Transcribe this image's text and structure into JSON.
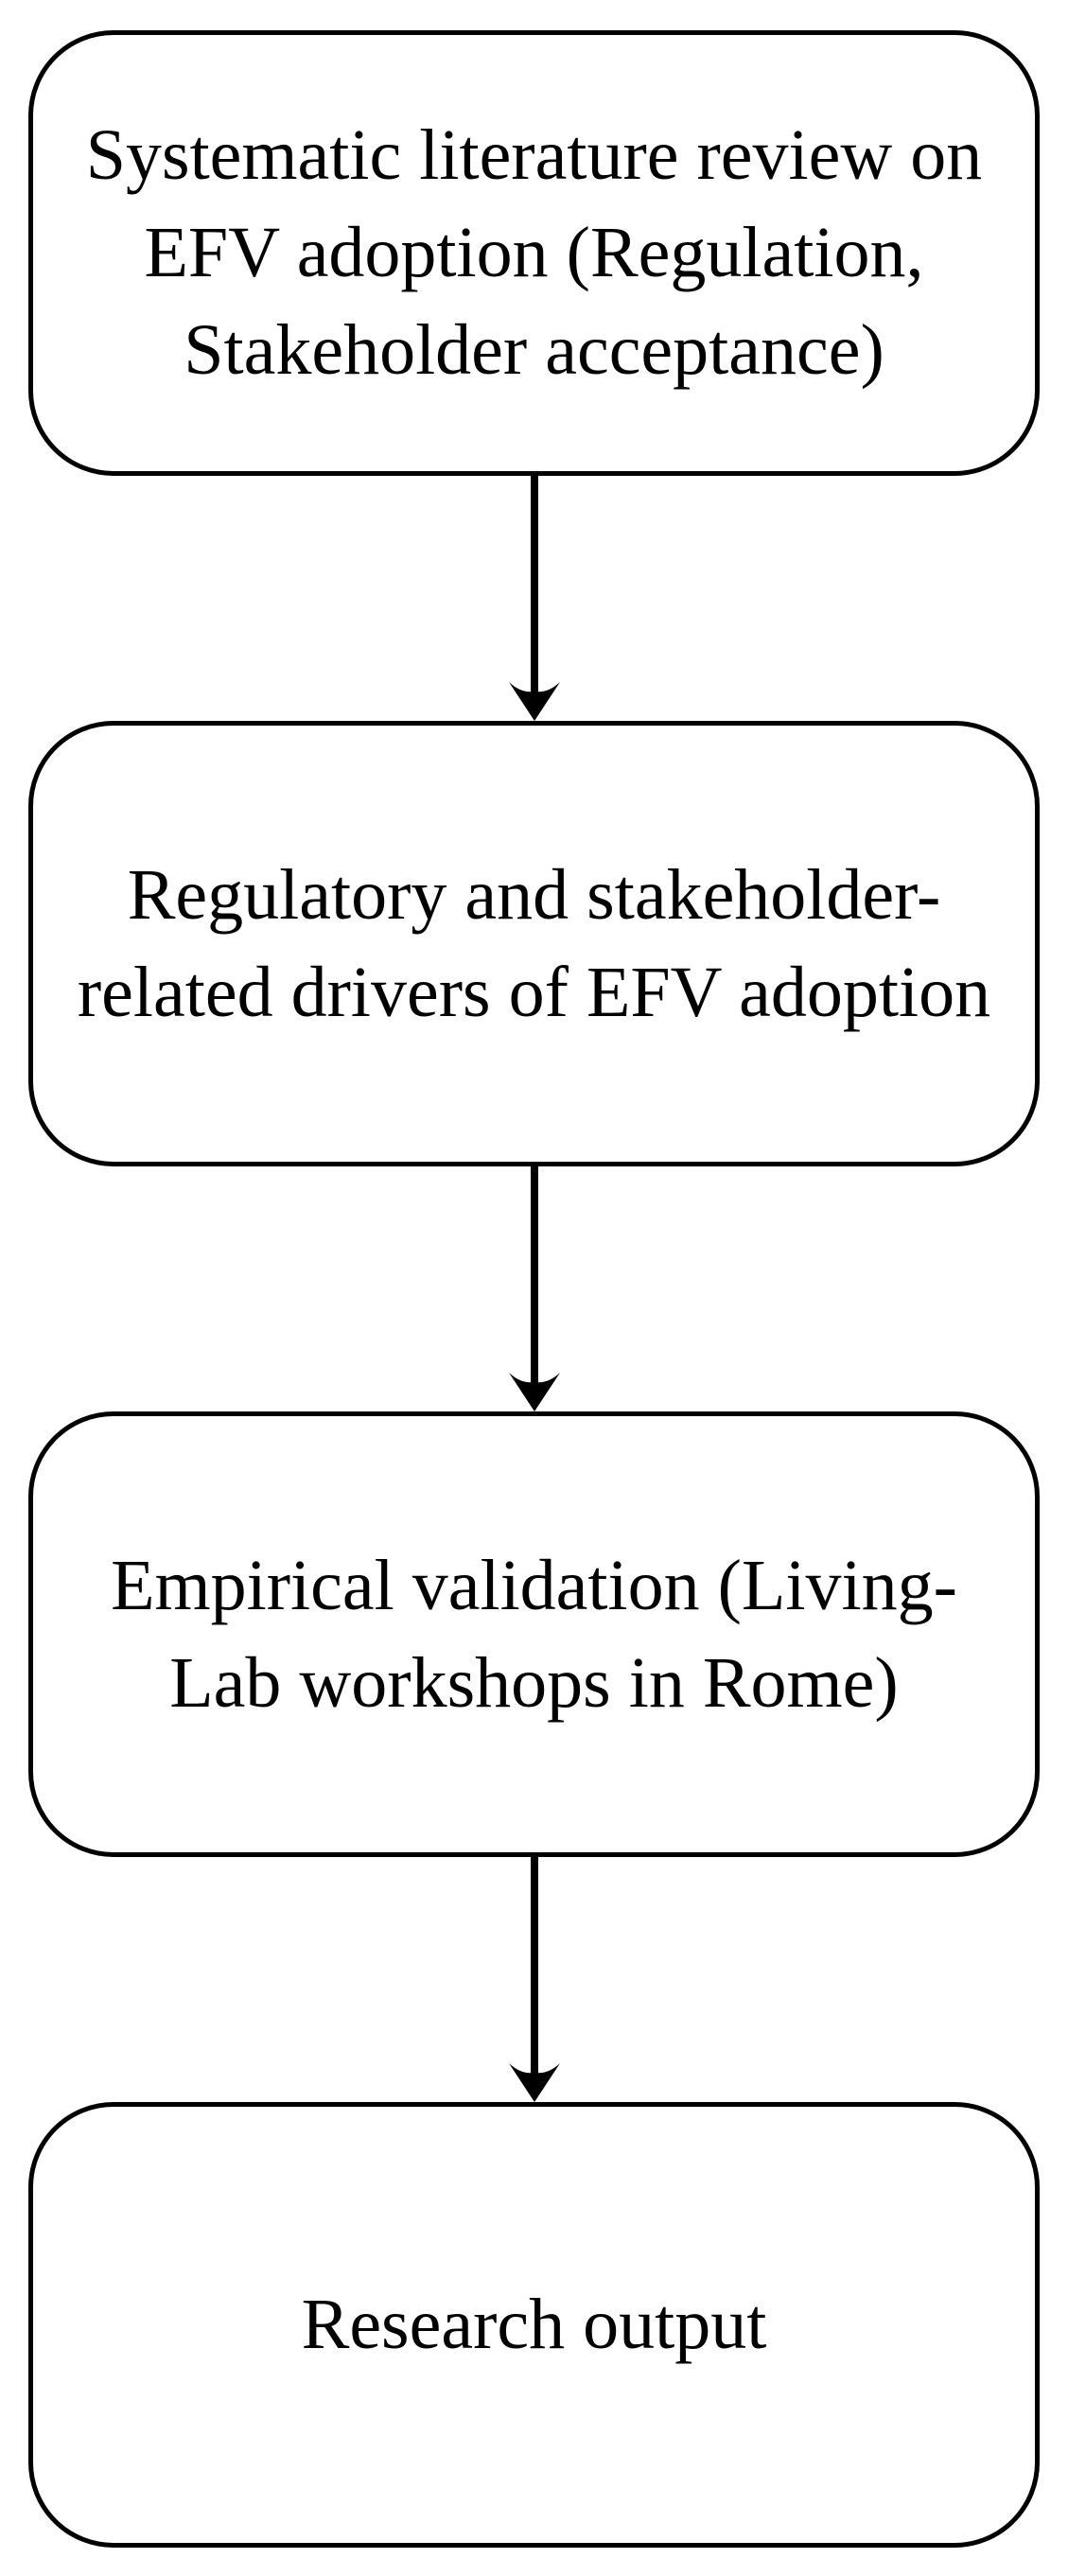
{
  "diagram": {
    "title": "EFV research methodology flowchart",
    "background_color": "#ffffff",
    "stroke_color": "#000000",
    "text_color": "#000000",
    "nodes": [
      {
        "id": "node-1",
        "text": "Systematic literature review on\nEFV adoption (Regulation,\nStakeholder acceptance)"
      },
      {
        "id": "node-2",
        "text": "Regulatory and stakeholder-\nrelated drivers of EFV adoption"
      },
      {
        "id": "node-3",
        "text": "Empirical validation (Living-\nLab workshops in Rome)"
      },
      {
        "id": "node-4",
        "text": "Research output"
      }
    ],
    "connectors": [
      {
        "from": "node-1",
        "to": "node-2",
        "direction": "down"
      },
      {
        "from": "node-2",
        "to": "node-3",
        "direction": "down"
      },
      {
        "from": "node-3",
        "to": "node-4",
        "direction": "down"
      }
    ]
  }
}
